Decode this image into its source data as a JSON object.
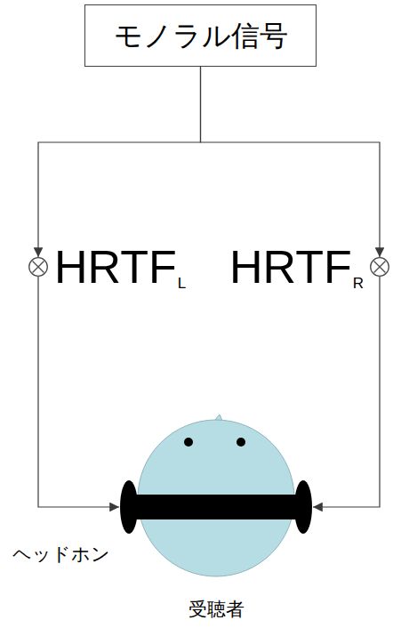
{
  "diagram": {
    "nodes": [
      {
        "text": [
          "モノラル信号"
        ]
      },
      {
        "text": [
          "HRTF",
          "L"
        ]
      },
      {
        "text": [
          "HRTF",
          "R"
        ]
      },
      {
        "text": [
          "受聴者"
        ]
      }
    ],
    "edges": [
      {
        "from": 0,
        "to": 1,
        "arrow": "to"
      },
      {
        "from": 0,
        "to": 2,
        "arrow": "to"
      },
      {
        "from": 1,
        "to": 3,
        "arrow": "to"
      },
      {
        "from": 2,
        "to": 3,
        "arrow": "to"
      }
    ],
    "labels": [
      "ヘッドホン"
    ]
  }
}
